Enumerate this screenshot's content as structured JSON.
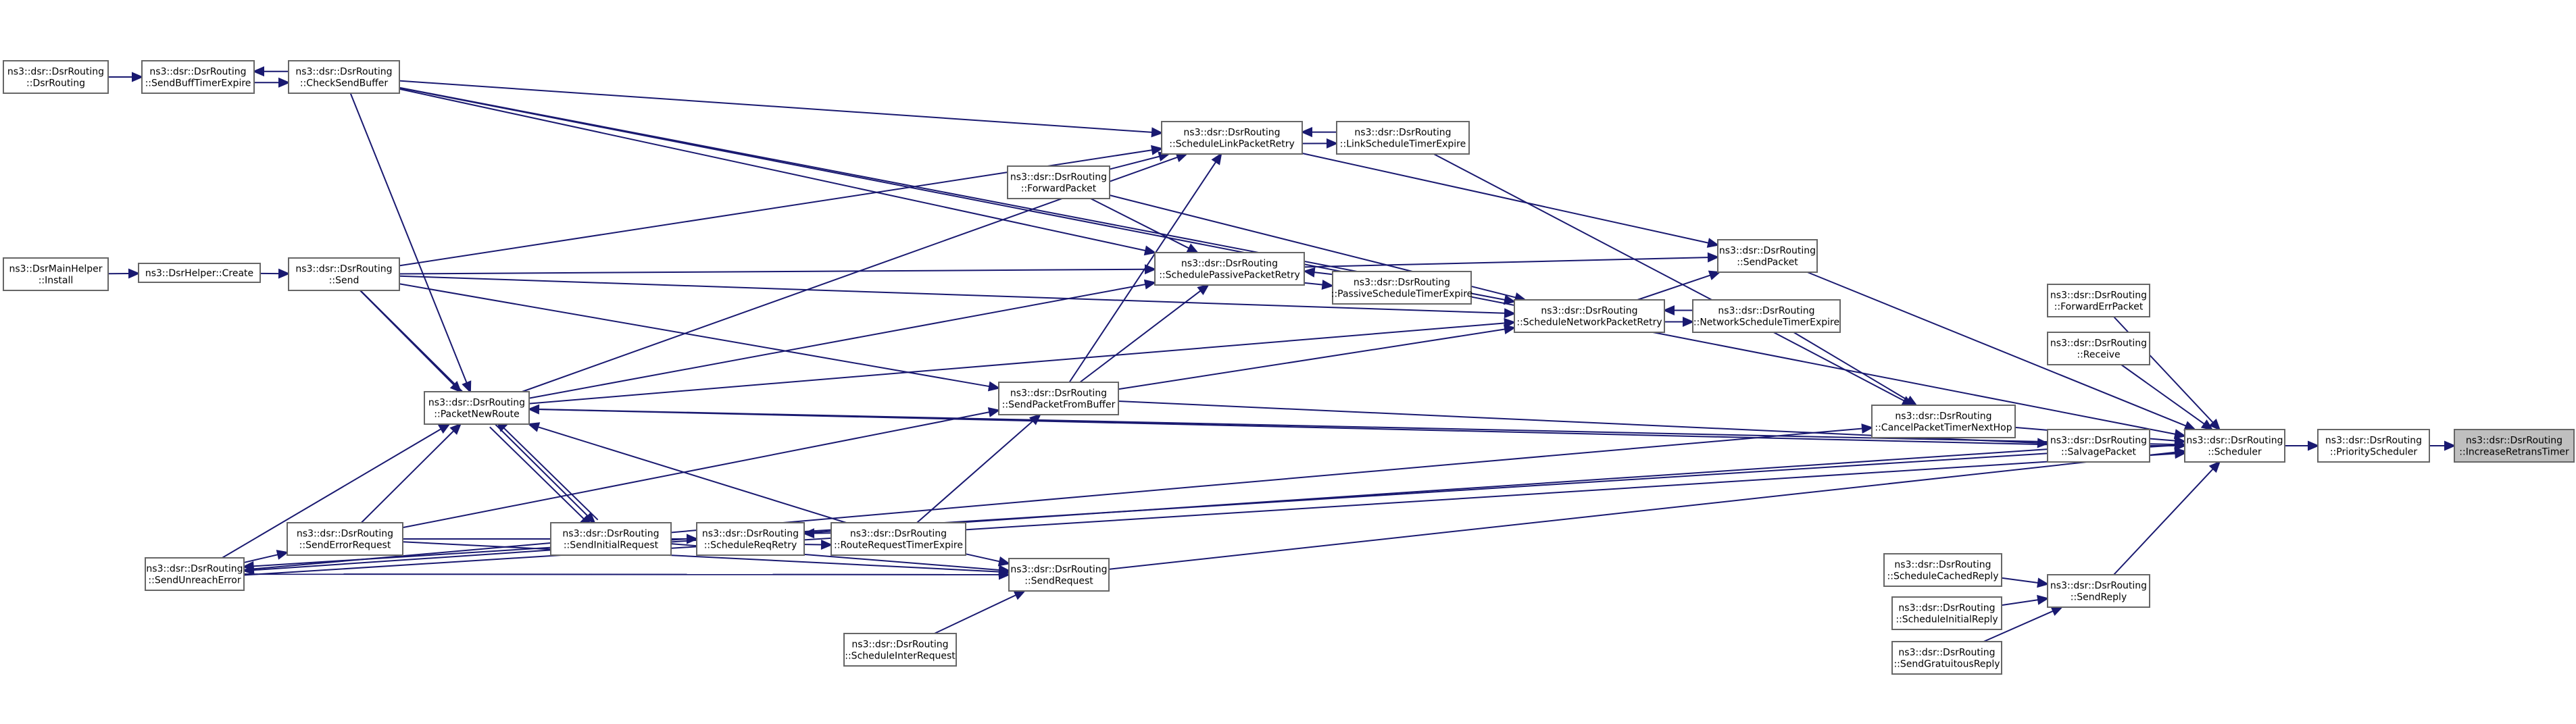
{
  "colors": {
    "edge": "#191970",
    "node_border": "#666666",
    "node_fill": "#ffffff",
    "current_node_fill": "#bfbfbf",
    "background": "#ffffff"
  },
  "nodes": [
    {
      "id": "increase",
      "lines": [
        "ns3::dsr::DsrRouting",
        "::IncreaseRetransTimer"
      ],
      "current": true
    },
    {
      "id": "priority",
      "lines": [
        "ns3::dsr::DsrRouting",
        "::PriorityScheduler"
      ]
    },
    {
      "id": "scheduler",
      "lines": [
        "ns3::dsr::DsrRouting",
        "::Scheduler"
      ]
    },
    {
      "id": "forwardErr",
      "lines": [
        "ns3::dsr::DsrRouting",
        "::ForwardErrPacket"
      ]
    },
    {
      "id": "receive",
      "lines": [
        "ns3::dsr::DsrRouting",
        "::Receive"
      ]
    },
    {
      "id": "salvage",
      "lines": [
        "ns3::dsr::DsrRouting",
        "::SalvagePacket"
      ]
    },
    {
      "id": "sendReply",
      "lines": [
        "ns3::dsr::DsrRouting",
        "::SendReply"
      ]
    },
    {
      "id": "cachedReply",
      "lines": [
        "ns3::dsr::DsrRouting",
        "::ScheduleCachedReply"
      ]
    },
    {
      "id": "initialReply",
      "lines": [
        "ns3::dsr::DsrRouting",
        "::ScheduleInitialReply"
      ]
    },
    {
      "id": "gratuitousReply",
      "lines": [
        "ns3::dsr::DsrRouting",
        "::SendGratuitousReply"
      ]
    },
    {
      "id": "cancelTimer",
      "lines": [
        "ns3::dsr::DsrRouting",
        "::CancelPacketTimerNextHop"
      ]
    },
    {
      "id": "netTimerExpire",
      "lines": [
        "ns3::dsr::DsrRouting",
        "::NetworkScheduleTimerExpire"
      ]
    },
    {
      "id": "sendPacket",
      "lines": [
        "ns3::dsr::DsrRouting",
        "::SendPacket"
      ]
    },
    {
      "id": "schedNetRetry",
      "lines": [
        "ns3::dsr::DsrRouting",
        "::ScheduleNetworkPacketRetry"
      ]
    },
    {
      "id": "linkTimerExpire",
      "lines": [
        "ns3::dsr::DsrRouting",
        "::LinkScheduleTimerExpire"
      ]
    },
    {
      "id": "passiveTimerExpire",
      "lines": [
        "ns3::dsr::DsrRouting",
        "::PassiveScheduleTimerExpire"
      ]
    },
    {
      "id": "schedLinkRetry",
      "lines": [
        "ns3::dsr::DsrRouting",
        "::ScheduleLinkPacketRetry"
      ]
    },
    {
      "id": "forwardPacket",
      "lines": [
        "ns3::dsr::DsrRouting",
        "::ForwardPacket"
      ]
    },
    {
      "id": "schedPassiveRetry",
      "lines": [
        "ns3::dsr::DsrRouting",
        "::SchedulePassivePacketRetry"
      ]
    },
    {
      "id": "sendFromBuffer",
      "lines": [
        "ns3::dsr::DsrRouting",
        "::SendPacketFromBuffer"
      ]
    },
    {
      "id": "sendRequest",
      "lines": [
        "ns3::dsr::DsrRouting",
        "::SendRequest"
      ]
    },
    {
      "id": "interRequest",
      "lines": [
        "ns3::dsr::DsrRouting",
        "::ScheduleInterRequest"
      ]
    },
    {
      "id": "reqTimerExpire",
      "lines": [
        "ns3::dsr::DsrRouting",
        "::RouteRequestTimerExpire"
      ]
    },
    {
      "id": "schedReqRetry",
      "lines": [
        "ns3::dsr::DsrRouting",
        "::ScheduleReqRetry"
      ]
    },
    {
      "id": "sendInitialRequest",
      "lines": [
        "ns3::dsr::DsrRouting",
        "::SendInitialRequest"
      ]
    },
    {
      "id": "packetNewRoute",
      "lines": [
        "ns3::dsr::DsrRouting",
        "::PacketNewRoute"
      ]
    },
    {
      "id": "sendErrorRequest",
      "lines": [
        "ns3::dsr::DsrRouting",
        "::SendErrorRequest"
      ]
    },
    {
      "id": "sendUnreach",
      "lines": [
        "ns3::dsr::DsrRouting",
        "::SendUnreachError"
      ]
    },
    {
      "id": "send",
      "lines": [
        "ns3::dsr::DsrRouting",
        "::Send"
      ]
    },
    {
      "id": "checkBuffer",
      "lines": [
        "ns3::dsr::DsrRouting",
        "::CheckSendBuffer"
      ]
    },
    {
      "id": "buffTimerExpire",
      "lines": [
        "ns3::dsr::DsrRouting",
        "::SendBuffTimerExpire"
      ]
    },
    {
      "id": "dsrRouting",
      "lines": [
        "ns3::dsr::DsrRouting",
        "::DsrRouting"
      ]
    },
    {
      "id": "helperCreate",
      "lines": [
        "ns3::DsrHelper::Create"
      ]
    },
    {
      "id": "mainInstall",
      "lines": [
        "ns3::DsrMainHelper",
        "::Install"
      ]
    }
  ],
  "edges": [
    {
      "from": "priority",
      "to": "increase"
    },
    {
      "from": "scheduler",
      "to": "priority"
    },
    {
      "from": "forwardErr",
      "to": "scheduler"
    },
    {
      "from": "receive",
      "to": "scheduler"
    },
    {
      "from": "salvage",
      "to": "scheduler"
    },
    {
      "from": "sendReply",
      "to": "scheduler"
    },
    {
      "from": "sendPacket",
      "to": "scheduler"
    },
    {
      "from": "cancelTimer",
      "to": "scheduler"
    },
    {
      "from": "packetNewRoute",
      "to": "scheduler"
    },
    {
      "from": "sendRequest",
      "to": "scheduler"
    },
    {
      "from": "sendUnreach",
      "to": "scheduler"
    },
    {
      "from": "checkBuffer",
      "to": "scheduler"
    },
    {
      "from": "cachedReply",
      "to": "sendReply"
    },
    {
      "from": "initialReply",
      "to": "sendReply"
    },
    {
      "from": "gratuitousReply",
      "to": "sendReply"
    },
    {
      "from": "sendFromBuffer",
      "to": "salvage"
    },
    {
      "from": "netTimerExpire",
      "to": "cancelTimer"
    },
    {
      "from": "linkTimerExpire",
      "to": "cancelTimer"
    },
    {
      "from": "sendUnreach",
      "to": "cancelTimer"
    },
    {
      "from": "netTimerExpire",
      "to": "schedNetRetry"
    },
    {
      "from": "schedNetRetry",
      "to": "netTimerExpire"
    },
    {
      "from": "schedNetRetry",
      "to": "sendPacket"
    },
    {
      "from": "schedLinkRetry",
      "to": "sendPacket"
    },
    {
      "from": "schedPassiveRetry",
      "to": "sendPacket"
    },
    {
      "from": "sendFromBuffer",
      "to": "schedNetRetry"
    },
    {
      "from": "packetNewRoute",
      "to": "schedNetRetry"
    },
    {
      "from": "send",
      "to": "schedNetRetry"
    },
    {
      "from": "forwardPacket",
      "to": "schedNetRetry"
    },
    {
      "from": "checkBuffer",
      "to": "schedNetRetry"
    },
    {
      "from": "linkTimerExpire",
      "to": "schedLinkRetry"
    },
    {
      "from": "schedLinkRetry",
      "to": "linkTimerExpire"
    },
    {
      "from": "forwardPacket",
      "to": "schedLinkRetry"
    },
    {
      "from": "sendFromBuffer",
      "to": "schedLinkRetry"
    },
    {
      "from": "packetNewRoute",
      "to": "schedLinkRetry"
    },
    {
      "from": "send",
      "to": "schedLinkRetry"
    },
    {
      "from": "checkBuffer",
      "to": "schedLinkRetry"
    },
    {
      "from": "passiveTimerExpire",
      "to": "schedPassiveRetry"
    },
    {
      "from": "schedPassiveRetry",
      "to": "passiveTimerExpire"
    },
    {
      "from": "forwardPacket",
      "to": "schedPassiveRetry"
    },
    {
      "from": "sendFromBuffer",
      "to": "schedPassiveRetry"
    },
    {
      "from": "packetNewRoute",
      "to": "schedPassiveRetry"
    },
    {
      "from": "send",
      "to": "schedPassiveRetry"
    },
    {
      "from": "checkBuffer",
      "to": "schedPassiveRetry"
    },
    {
      "from": "reqTimerExpire",
      "to": "sendFromBuffer"
    },
    {
      "from": "sendErrorRequest",
      "to": "sendFromBuffer"
    },
    {
      "from": "send",
      "to": "sendFromBuffer"
    },
    {
      "from": "interRequest",
      "to": "sendRequest"
    },
    {
      "from": "reqTimerExpire",
      "to": "sendRequest"
    },
    {
      "from": "sendInitialRequest",
      "to": "sendRequest"
    },
    {
      "from": "sendErrorRequest",
      "to": "sendRequest"
    },
    {
      "from": "sendUnreach",
      "to": "sendRequest"
    },
    {
      "from": "reqTimerExpire",
      "to": "schedReqRetry"
    },
    {
      "from": "schedReqRetry",
      "to": "reqTimerExpire"
    },
    {
      "from": "sendInitialRequest",
      "to": "schedReqRetry"
    },
    {
      "from": "sendErrorRequest",
      "to": "schedReqRetry"
    },
    {
      "from": "packetNewRoute",
      "to": "sendInitialRequest"
    },
    {
      "from": "sendInitialRequest",
      "to": "packetNewRoute"
    },
    {
      "from": "send",
      "to": "sendInitialRequest"
    },
    {
      "from": "sendErrorRequest",
      "to": "packetNewRoute"
    },
    {
      "from": "reqTimerExpire",
      "to": "packetNewRoute"
    },
    {
      "from": "checkBuffer",
      "to": "packetNewRoute"
    },
    {
      "from": "send",
      "to": "packetNewRoute"
    },
    {
      "from": "sendUnreach",
      "to": "packetNewRoute"
    },
    {
      "from": "salvage",
      "to": "packetNewRoute"
    },
    {
      "from": "sendUnreach",
      "to": "sendErrorRequest"
    },
    {
      "from": "buffTimerExpire",
      "to": "checkBuffer"
    },
    {
      "from": "checkBuffer",
      "to": "buffTimerExpire"
    },
    {
      "from": "dsrRouting",
      "to": "buffTimerExpire"
    },
    {
      "from": "helperCreate",
      "to": "send"
    },
    {
      "from": "mainInstall",
      "to": "helperCreate"
    },
    {
      "from": "salvage",
      "to": "sendUnreach"
    },
    {
      "from": "scheduler",
      "to": "sendUnreach"
    }
  ]
}
